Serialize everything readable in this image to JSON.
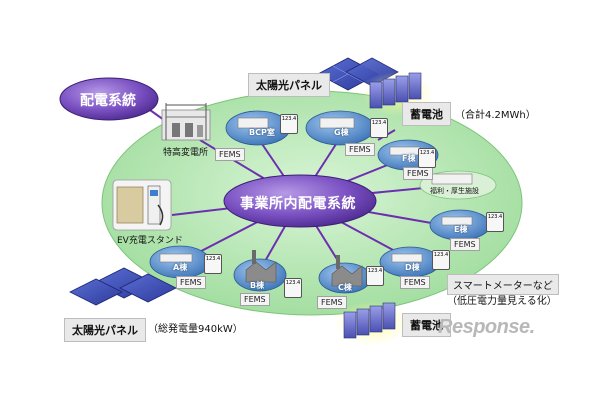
{
  "title_haiden": "配電系統",
  "center": "事業所内配電系統",
  "substation": "特高変電所",
  "ev_stand": "EV充電スタンド",
  "welfare": "福利・厚生施設",
  "solar_top": "太陽光パネル",
  "solar_bottom": "太陽光パネル",
  "solar_bottom_note": "（総発電量940kW）",
  "battery_top": "蓄電池",
  "battery_top_note": "（合計4.2MWh）",
  "battery_bottom": "蓄電池",
  "smart_meter": "スマートメーターなど",
  "smart_meter_note": "（低圧電力量見える化）",
  "fems": "FEMS",
  "meter_label": "123.4",
  "buildings": {
    "bcp": "BCP室",
    "g": "G棟",
    "f": "F棟",
    "e": "E棟",
    "d": "D棟",
    "c": "C棟",
    "b": "B棟",
    "a": "A棟"
  },
  "watermark": "Response.",
  "colors": {
    "ellipse": "#a8e2a6",
    "line": "#6d2fb0",
    "purple": "#7a50c2",
    "bubble": "#4f86c6"
  }
}
